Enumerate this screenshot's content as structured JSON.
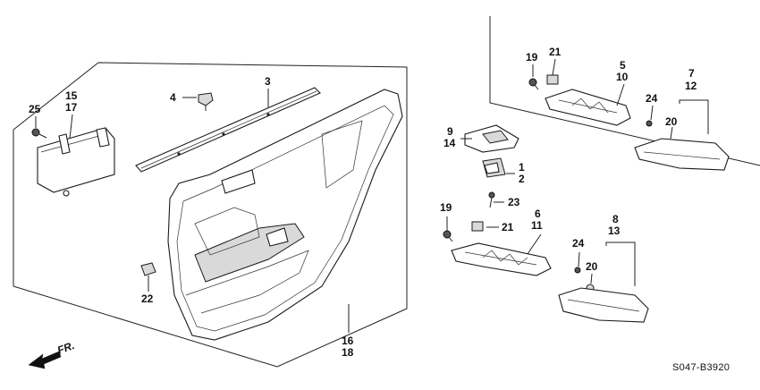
{
  "diagram": {
    "callouts": {
      "c1": "1",
      "c2": "2",
      "c3": "3",
      "c4": "4",
      "c5": "5",
      "c6": "6",
      "c7": "7",
      "c8": "8",
      "c9": "9",
      "c10": "10",
      "c11": "11",
      "c12": "12",
      "c13": "13",
      "c14": "14",
      "c15": "15",
      "c16": "16",
      "c17": "17",
      "c18": "18",
      "c19a": "19",
      "c19b": "19",
      "c20a": "20",
      "c20b": "20",
      "c21a": "21",
      "c21b": "21",
      "c22": "22",
      "c23": "23",
      "c24a": "24",
      "c24b": "24",
      "c25": "25"
    },
    "direction_label": "FR.",
    "diagram_code": "S047-B3920"
  }
}
